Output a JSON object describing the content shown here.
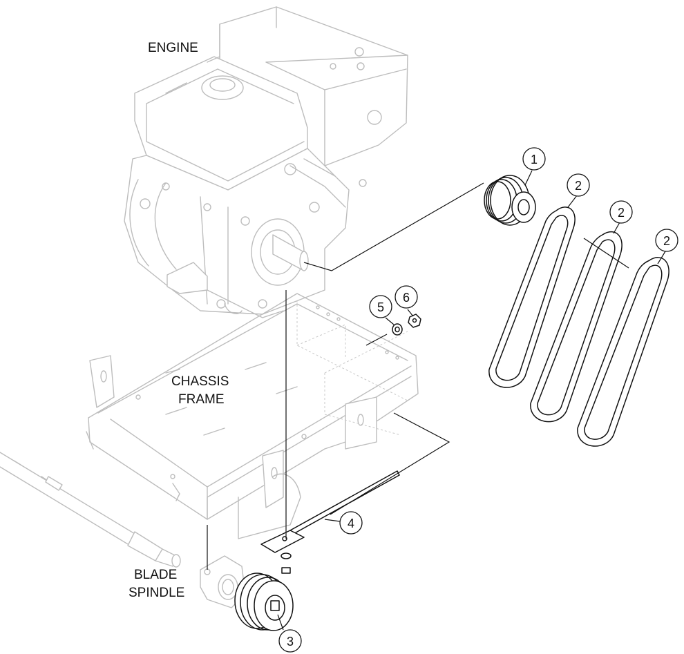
{
  "labels": {
    "engine": "ENGINE",
    "chassis_line1": "CHASSIS",
    "chassis_line2": "FRAME",
    "blade_line1": "BLADE",
    "blade_line2": "SPINDLE"
  },
  "callouts": [
    "1",
    "2",
    "2",
    "2",
    "3",
    "4",
    "5",
    "6"
  ]
}
